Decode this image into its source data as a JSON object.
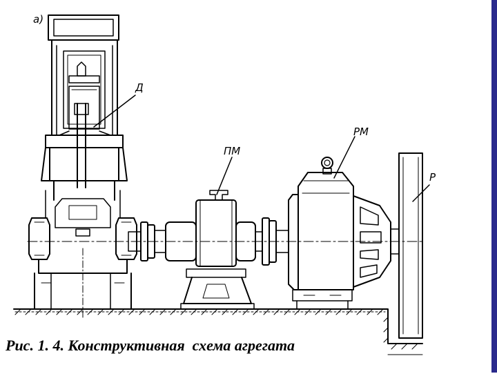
{
  "labels": {
    "view": "а)",
    "engine": "Д",
    "intermediate_gear": "ПМ",
    "reduction_gear": "РМ",
    "rotor": "Р"
  },
  "caption": "Рис. 1. 4. Конструктивная  схема агрегата",
  "colors": {
    "ink": "#000000",
    "background": "#ffffff",
    "edge_bar": "#2a2a8c"
  }
}
